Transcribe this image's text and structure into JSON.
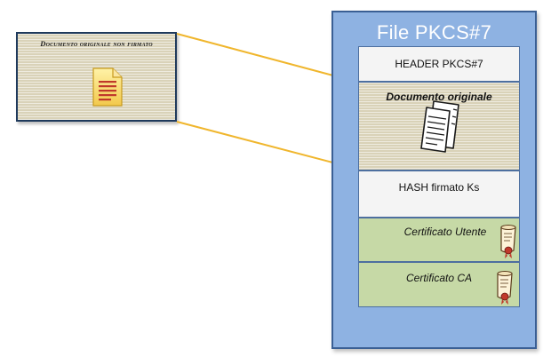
{
  "source": {
    "title": "Documento originale non firmato",
    "icon": "document-icon"
  },
  "pkcs": {
    "title": "File PKCS#7",
    "sections": {
      "header": "HEADER PKCS#7",
      "document": "Documento originale",
      "hash": "HASH firmato Ks",
      "cert_user": "Certificato Utente",
      "cert_ca": "Certificato CA"
    },
    "icons": {
      "document": "papers-icon",
      "certificate": "certificate-scroll-icon"
    }
  },
  "colors": {
    "file_background": "#8eb2e2",
    "file_border": "#3a5f94",
    "connector": "#f0b62d",
    "certificate_fill": "#c6d9a6",
    "document_fill": "#d9d2b8"
  }
}
